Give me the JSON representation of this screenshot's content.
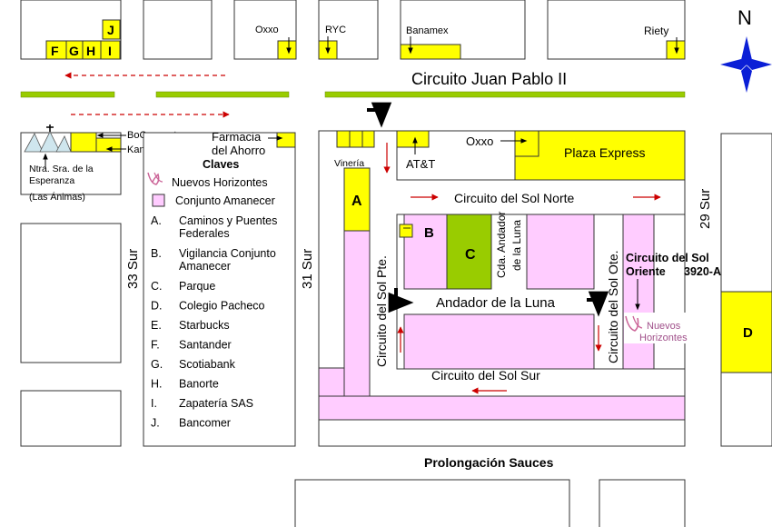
{
  "compass": {
    "label": "N",
    "color": "#0b1fd6"
  },
  "streets": {
    "juan_pablo": "Circuito Juan Pablo II",
    "sol_norte": "Circuito del Sol Norte",
    "sol_sur": "Circuito del Sol Sur",
    "sol_pte": "Circuito del Sol Pte.",
    "sol_ote": "Circuito del Sol Ote.",
    "andador": "Andador de la Luna",
    "cda_andador_1": "Cda. Andador",
    "cda_andador_2": "de la Luna",
    "sur33": "33 Sur",
    "sur31": "31 Sur",
    "sur29": "29 Sur",
    "sauces": "Prolongación Sauces"
  },
  "places": {
    "oxxo_top": "Oxxo",
    "ryc": "RYC",
    "banamex": "Banamex",
    "riety": "Riety",
    "boconcept": "BoConcept",
    "kampai": "Kampai",
    "farmacia_1": "Farmacia",
    "farmacia_2": "del Ahorro",
    "vineria": "Vinería",
    "att": "AT&T",
    "oxxo_mid": "Oxxo",
    "plaza_express": "Plaza Express",
    "church_1": "Ntra. Sra. de la",
    "church_2": "Esperanza",
    "church_3": "(Las Ánimas)",
    "oriente_1": "Circuito del Sol",
    "oriente_2": "Oriente",
    "oriente_num": "3920-A",
    "nh_logo_1": "Nuevos",
    "nh_logo_2": "Horizontes"
  },
  "block_letters": {
    "A": "A",
    "B": "B",
    "C": "C",
    "D": "D",
    "F": "F",
    "G": "G",
    "H": "H",
    "I": "I",
    "J": "J"
  },
  "legend": {
    "title": "Claves",
    "nuevos_horizontes": "Nuevos Horizontes",
    "conjunto": "Conjunto Amanecer",
    "items": [
      {
        "key": "A.",
        "lines": [
          "Caminos y Puentes",
          "Federales"
        ]
      },
      {
        "key": "B.",
        "lines": [
          "Vigilancia Conjunto",
          "Amanecer"
        ]
      },
      {
        "key": "C.",
        "lines": [
          "Parque"
        ]
      },
      {
        "key": "D.",
        "lines": [
          "Colegio Pacheco"
        ]
      },
      {
        "key": "E.",
        "lines": [
          "Starbucks"
        ]
      },
      {
        "key": "F.",
        "lines": [
          "Santander"
        ]
      },
      {
        "key": "G.",
        "lines": [
          "Scotiabank"
        ]
      },
      {
        "key": "H.",
        "lines": [
          "Banorte"
        ]
      },
      {
        "key": "I.",
        "lines": [
          "Zapatería SAS"
        ]
      },
      {
        "key": "J.",
        "lines": [
          "Bancomer"
        ]
      }
    ]
  },
  "colors": {
    "yellow": "#ffff00",
    "pink": "#ffccff",
    "green": "#99cc00",
    "red_arrow": "#cc0000",
    "compass_blue": "#0b1fd6"
  }
}
